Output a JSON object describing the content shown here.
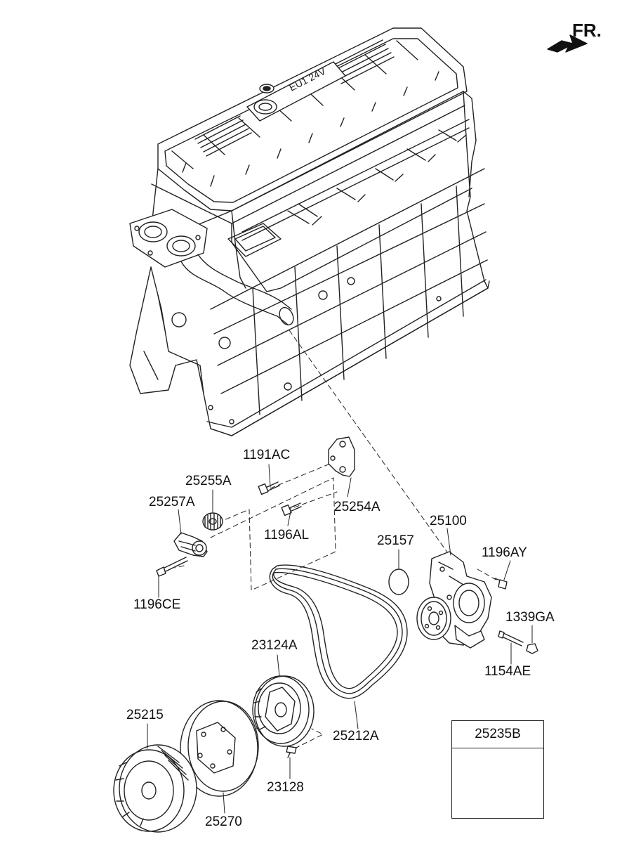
{
  "orientation": {
    "label": "FR."
  },
  "parts": {
    "p1191AC": "1191AC",
    "p25255A": "25255A",
    "p25257A": "25257A",
    "p25254A": "25254A",
    "p1196AL": "1196AL",
    "p1196CE": "1196CE",
    "p25100": "25100",
    "p25157": "25157",
    "p1196AY": "1196AY",
    "p1339GA": "1339GA",
    "p1154AE": "1154AE",
    "p23124A": "23124A",
    "p25212A": "25212A",
    "p25215": "25215",
    "p23128": "23128",
    "p25270": "25270"
  },
  "inset": {
    "part": "25235B"
  },
  "engine_cover_text": "EU1 24V"
}
